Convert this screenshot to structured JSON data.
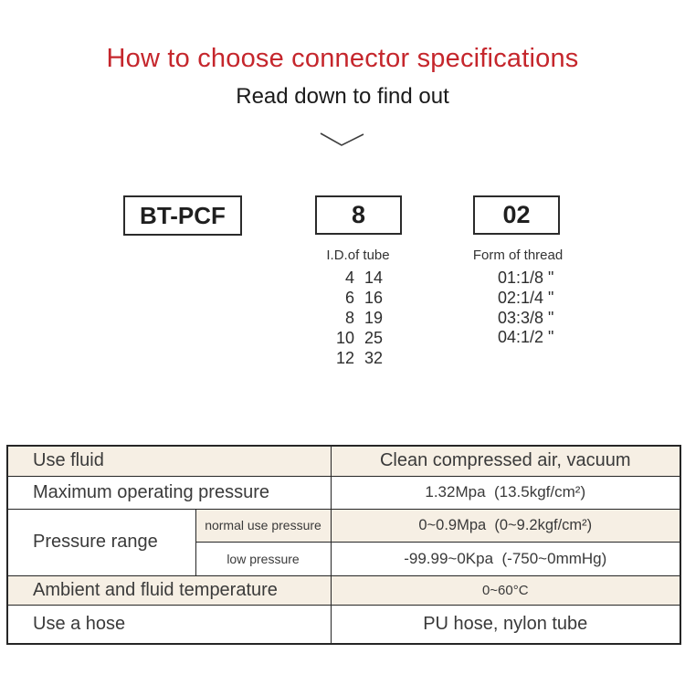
{
  "page": {
    "title": "How to choose connector specifications",
    "subtitle": "Read down to find out"
  },
  "code_builder": {
    "model_box": "BT-PCF",
    "size_box": "8",
    "thread_box": "02",
    "tube_caption": "I.D.of tube",
    "thread_caption": "Form of thread",
    "tube_rows": [
      [
        "4",
        "14"
      ],
      [
        "6",
        "16"
      ],
      [
        "8",
        "19"
      ],
      [
        "10",
        "25"
      ],
      [
        "12",
        "32"
      ]
    ],
    "thread_options": [
      "01:1/8 \"",
      "02:1/4 \"",
      "03:3/8 \"",
      "04:1/2 \""
    ]
  },
  "spec_table": {
    "use_fluid_label": "Use fluid",
    "use_fluid_value": "Clean compressed air, vacuum",
    "max_pressure_label": "Maximum operating pressure",
    "max_pressure_value": "1.32Mpa  (13.5kgf/cm²)",
    "pressure_range_label": "Pressure range",
    "normal_pressure_label": "normal use pressure",
    "normal_pressure_value": "0~0.9Mpa  (0~9.2kgf/cm²)",
    "low_pressure_label": "low pressure",
    "low_pressure_value": "-99.99~0Kpa  (-750~0mmHg)",
    "temperature_label": "Ambient and fluid temperature",
    "temperature_value": "0~60°C",
    "hose_label": "Use a hose",
    "hose_value": "PU hose, nylon tube"
  },
  "colors": {
    "accent_red": "#c5262c",
    "row_beige": "#f6efe4",
    "table_border": "#262626"
  }
}
